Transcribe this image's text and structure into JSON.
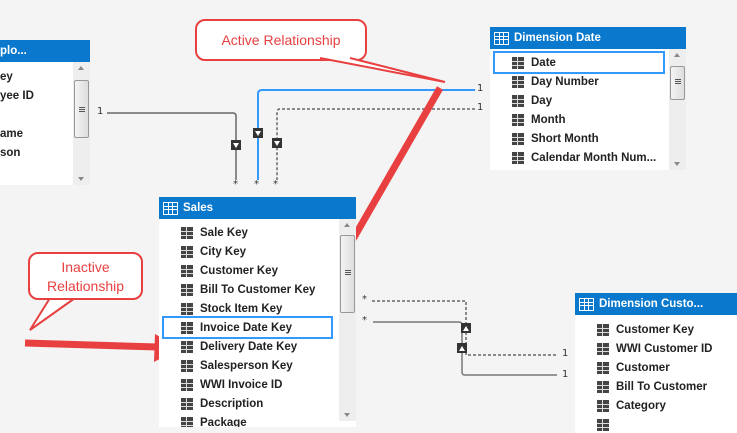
{
  "tables": {
    "employee": {
      "title": "plo...",
      "items": [
        "ey",
        "yee ID",
        "",
        "ame",
        "son"
      ]
    },
    "date": {
      "title": "Dimension Date",
      "items": [
        "Date",
        "Day Number",
        "Day",
        "Month",
        "Short Month",
        "Calendar Month Num..."
      ],
      "selected": "Date"
    },
    "sales": {
      "title": "Sales",
      "items": [
        "Sale Key",
        "City Key",
        "Customer Key",
        "Bill To Customer Key",
        "Stock Item Key",
        "Invoice Date Key",
        "Delivery Date Key",
        "Salesperson Key",
        "WWI Invoice ID",
        "Description",
        "Package"
      ],
      "selected": "Invoice Date Key"
    },
    "customer": {
      "title": "Dimension Custo...",
      "items": [
        "Customer Key",
        "WWI Customer ID",
        "Customer",
        "Bill To Customer",
        "Category",
        ""
      ]
    }
  },
  "cardinality": {
    "one": "1",
    "many": "*"
  },
  "callouts": {
    "active": "Active Relationship",
    "inactive": "Inactive Relationship"
  },
  "colors": {
    "header": "#0a78cc",
    "active_line": "#3399ff",
    "callout": "#e84040"
  }
}
